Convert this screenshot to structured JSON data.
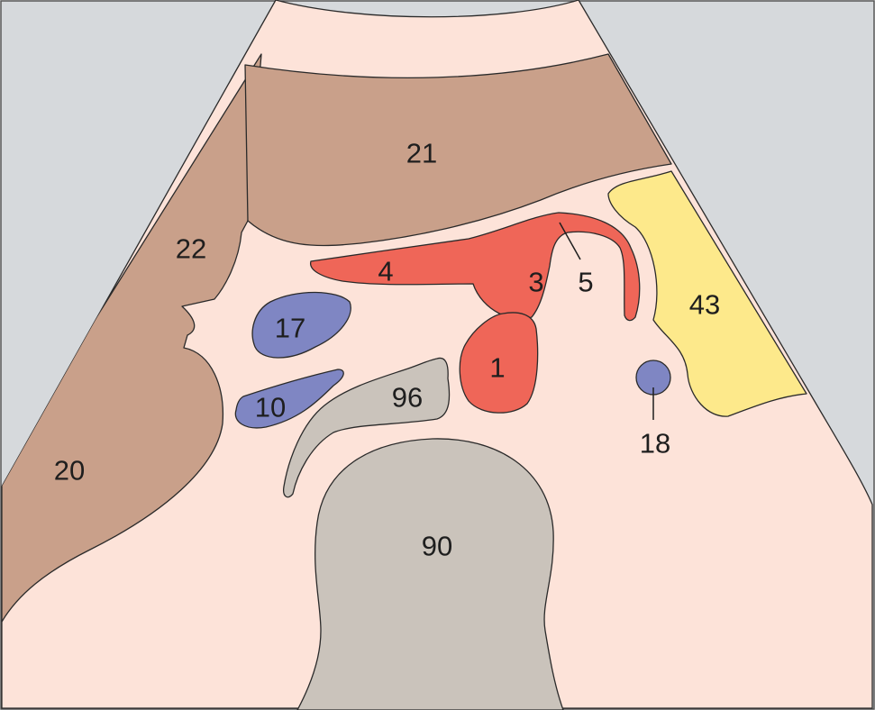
{
  "colors": {
    "background": "#d6d9dc",
    "tissue": "#fde3d9",
    "muscle": "#c9a08a",
    "vein": "#7f86c3",
    "artery": "#ef6658",
    "bone": "#cac3bb",
    "fat": "#fde98b",
    "outline": "#2a2a2a"
  },
  "labels": {
    "l1": "1",
    "l3": "3",
    "l4": "4",
    "l5": "5",
    "l10": "10",
    "l17": "17",
    "l18": "18",
    "l20": "20",
    "l21": "21",
    "l22": "22",
    "l43": "43",
    "l90": "90",
    "l96": "96"
  }
}
